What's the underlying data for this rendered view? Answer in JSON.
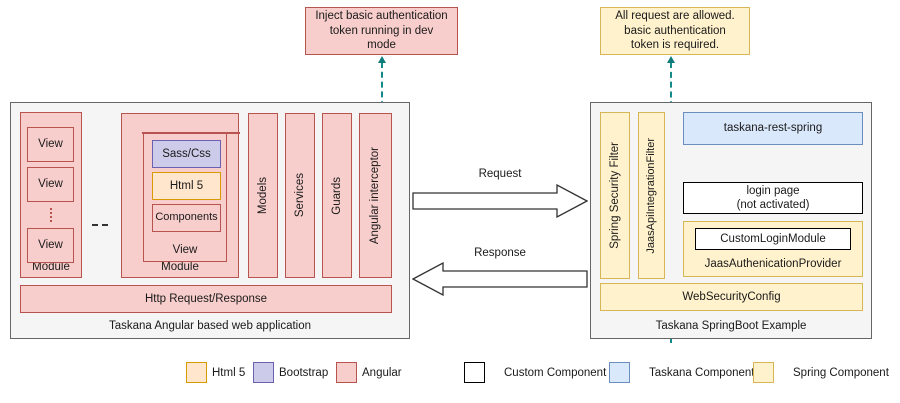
{
  "title": "Taskana authentication architecture diagram",
  "callouts": {
    "left": {
      "text": "Inject basic authentication token running in dev mode",
      "line1": "Inject basic authentication",
      "line2": "token running in dev",
      "line3": "mode",
      "style": "angular"
    },
    "right": {
      "text": "All request are allowed. basic authentication token is required.",
      "line1": "All request are allowed.",
      "line2": "basic authentication",
      "line3": "token is required.",
      "style": "spring"
    }
  },
  "left_panel": {
    "caption": "Taskana Angular based web application",
    "module_a": {
      "label": "Module",
      "views": [
        "View",
        "View",
        "View"
      ],
      "ellipsis": "vertical-dots"
    },
    "module_separator": "---",
    "module_b": {
      "label": "Module",
      "view_label": "View",
      "items": [
        {
          "label": "Sass/Css",
          "style": "bootstrap"
        },
        {
          "label": "Html 5",
          "style": "html5"
        },
        {
          "label": "Components",
          "style": "angular"
        }
      ]
    },
    "columns": [
      "Models",
      "Services",
      "Guards",
      "Angular interceptor"
    ],
    "bottom_bar": "Http Request/Response"
  },
  "right_panel": {
    "caption": "Taskana SpringBoot Example",
    "filters": [
      "Spring Security Filter",
      "JaasApiIntegrationFilter"
    ],
    "rest": {
      "label": "taskana-rest-spring",
      "style": "taskana"
    },
    "login": {
      "line1": "login page",
      "line2": "(not activated)",
      "style": "custom"
    },
    "provider": {
      "label": "JaasAuthenicationProvider",
      "inner": "CustomLoginModule",
      "style": "spring"
    },
    "web_security_config": "WebSecurityConfig"
  },
  "arrows": {
    "request": "Request",
    "response": "Response"
  },
  "legend": [
    {
      "label": "Html 5",
      "style": "html5"
    },
    {
      "label": "Bootstrap",
      "style": "bootstrap"
    },
    {
      "label": "Angular",
      "style": "angular"
    },
    {
      "label": "Custom Component",
      "style": "custom"
    },
    {
      "label": "Taskana Component",
      "style": "taskana"
    },
    {
      "label": "Spring Component",
      "style": "spring"
    }
  ],
  "colors": {
    "angular_fill": "#f8cecc",
    "angular_stroke": "#b85450",
    "bootstrap_fill": "#ccccea",
    "bootstrap_stroke": "#6c61b0",
    "html5_fill": "#ffe6cc",
    "html5_stroke": "#d79b00",
    "spring_fill": "#fff2cc",
    "spring_stroke": "#d6b656",
    "taskana_fill": "#dae8fc",
    "taskana_stroke": "#6c8ebf",
    "custom_fill": "#ffffff",
    "custom_stroke": "#000000",
    "panel_fill": "#f5f5f5",
    "panel_stroke": "#666666",
    "connector": "#158a8a"
  }
}
